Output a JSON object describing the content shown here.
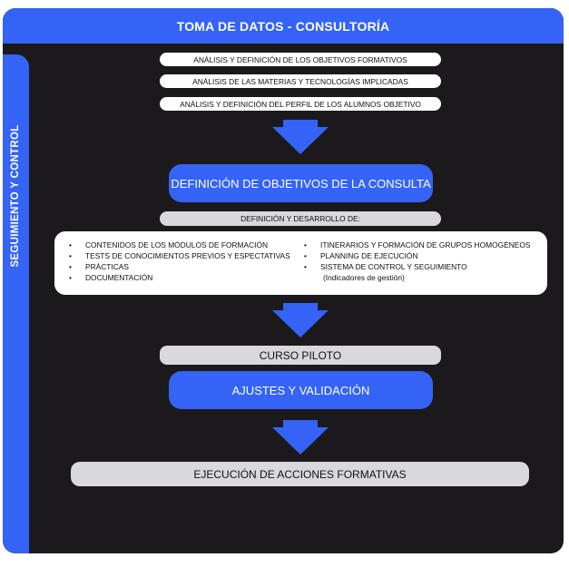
{
  "header": {
    "title": "TOMA DE DATOS - CONSULTORÍA"
  },
  "sidebar": {
    "label": "SEGUIMIENTO Y CONTROL"
  },
  "intro_items": [
    "ANÁLISIS Y DEFINICIÓN DE LOS OBJETIVOS FORMATIVOS",
    "ANÁLISIS DE LAS MATERIAS Y TECNOLOGÍAS IMPLICADAS",
    "ANÁLISIS Y DEFINICIÓN DEL PERFIL DE LOS ALUMNOS OBJETIVO"
  ],
  "step_objectives": "DEFINICIÓN DE OBJETIVOS DE LA CONSULTA",
  "definition_header": "DEFINICIÓN Y DESARROLLO DE:",
  "definition_list": {
    "left": [
      "CONTENIDOS DE LOS MÓDULOS DE FORMACIÓN",
      "TESTS DE CONOCIMIENTOS PREVIOS Y ESPECTATIVAS",
      "PRÁCTICAS",
      "DOCUMENTACIÓN"
    ],
    "right": [
      {
        "text": "ITINERARIOS Y FORMACIÓN DE GRUPOS HOMOGÉNEOS"
      },
      {
        "text": "PLANNING DE EJECUCIÓN"
      },
      {
        "text": "SISTEMA DE CONTROL Y SEGUIMIENTO",
        "sub": "(Indicadores de gestión)"
      }
    ],
    "bullet": "•"
  },
  "step_pilot": "CURSO PILOTO",
  "step_adjust": "AJUSTES Y VALIDACIÓN",
  "step_execution": "EJECUCIÓN DE ACCIONES FORMATIVAS",
  "colors": {
    "accent": "#3463f5",
    "background": "#1b191c",
    "pill_gray": "#d9d9db",
    "pill_white": "#ffffff"
  },
  "icons": {
    "flow_arrow": "arrow-down-icon"
  }
}
